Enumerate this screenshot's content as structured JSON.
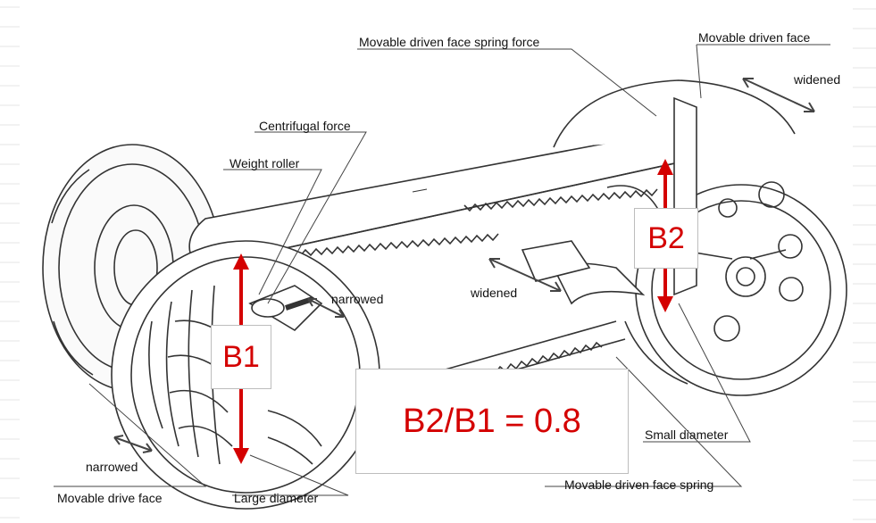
{
  "labels": {
    "movable_driven_face_spring_force": "Movable driven face spring force",
    "movable_driven_face": "Movable driven face",
    "widened_top": "widened",
    "centrifugal_force": "Centrifugal force",
    "weight_roller": "Weight roller",
    "narrowed_mid": "narrowed",
    "widened_mid": "widened",
    "small_diameter": "Small diameter",
    "narrowed_bottom": "narrowed",
    "movable_drive_face": "Movable drive face",
    "large_diameter": "Large diameter",
    "movable_driven_face_spring": "Movable driven face spring"
  },
  "annotations": {
    "b1": "B1",
    "b2": "B2",
    "ratio": "B2/B1 = 0.8"
  },
  "colors": {
    "annotation": "#d40000",
    "line_art": "#333333",
    "grid": "#e6e6e6"
  }
}
